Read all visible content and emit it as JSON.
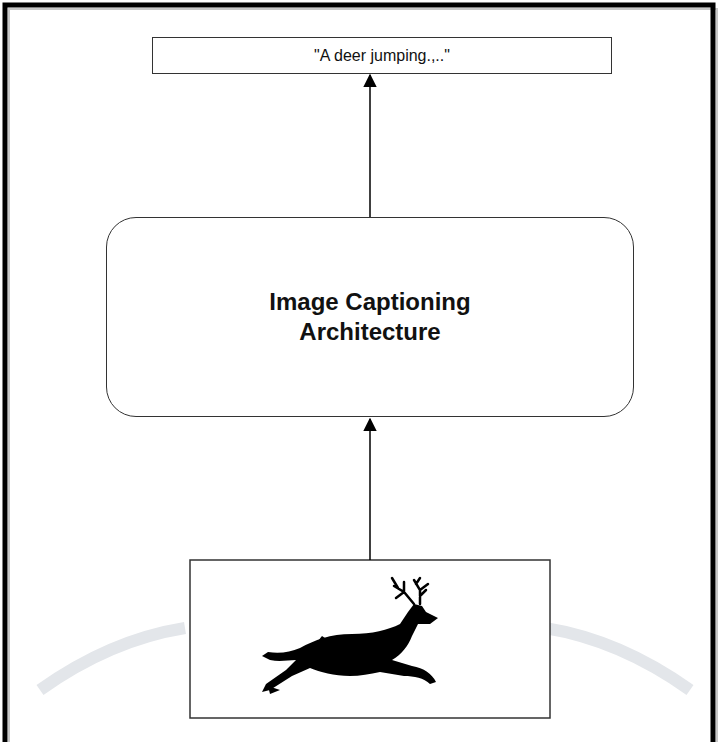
{
  "diagram": {
    "nodes": [
      {
        "text": [
          "\"A deer jumping.,..\""
        ]
      },
      {
        "text": [
          "Image Captioning Architecture"
        ]
      }
    ],
    "edges": [
      {
        "from": 1,
        "to": 0,
        "arrow": "to"
      }
    ]
  }
}
